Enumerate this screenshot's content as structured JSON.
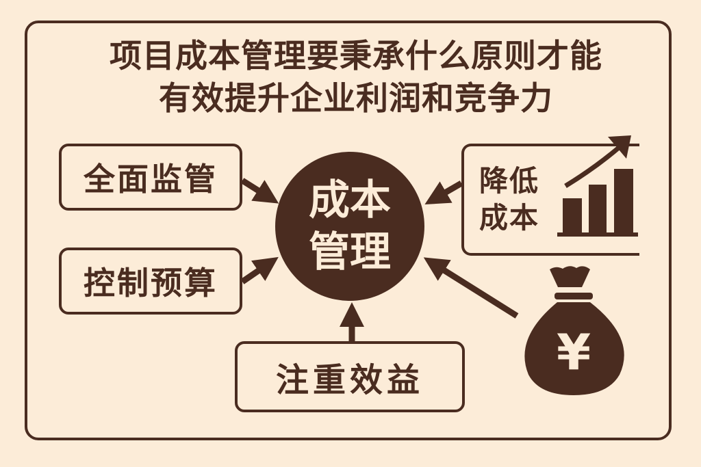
{
  "title": {
    "line1": "项目成本管理要秉承什么原则才能",
    "line2": "有效提升企业利润和竞争力"
  },
  "center": {
    "line1": "成本",
    "line2": "管理"
  },
  "nodes": {
    "comprehensive_supervision": "全面监管",
    "budget_control": "控制预算",
    "focus_on_benefit": "注重效益",
    "reduce_cost_line1": "降低",
    "reduce_cost_line2": "成本"
  },
  "icons": {
    "bar_chart": "growth-bar-chart-icon",
    "money_bag": "yen-money-bag-icon",
    "currency_symbol": "¥"
  },
  "colors": {
    "background": "#fcecd8",
    "primary": "#4a2c20"
  }
}
